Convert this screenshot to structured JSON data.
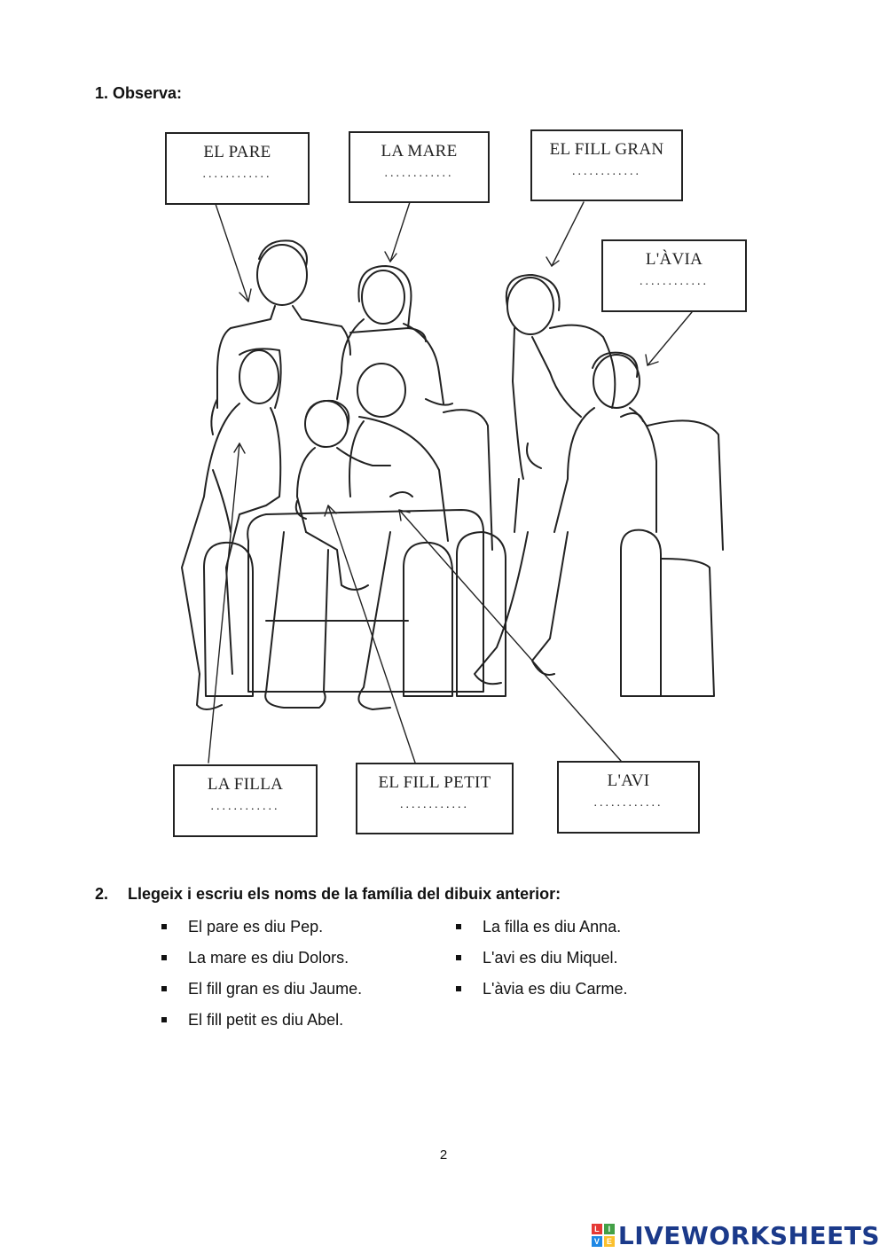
{
  "section1": {
    "heading": "1. Observa:"
  },
  "labels": {
    "el_pare": "EL PARE",
    "la_mare": "LA MARE",
    "el_fill_gran": "EL FILL GRAN",
    "l_avia": "L'ÀVIA",
    "la_filla": "LA FILLA",
    "el_fill_petit": "EL FILL PETIT",
    "l_avi": "L'AVI",
    "blank": "............"
  },
  "section2": {
    "number": "2.",
    "heading": "Llegeix i escriu els noms de la família del dibuix anterior:",
    "left_items": [
      "El pare es diu Pep.",
      "La mare es diu Dolors.",
      "El fill gran es diu Jaume.",
      "El fill petit es diu Abel."
    ],
    "right_items": [
      "La filla es diu Anna.",
      "L'avi es diu Miquel.",
      "L'àvia es diu Carme."
    ]
  },
  "page_number": "2",
  "footer": {
    "brand": "LIVEWORKSHEETS",
    "badge_letters": [
      "L",
      "I",
      "V",
      "E"
    ],
    "colors": {
      "brand_blue": "#1b3a8a",
      "badge": [
        "#e53935",
        "#43a047",
        "#1e88e5",
        "#fbc02d"
      ]
    }
  }
}
